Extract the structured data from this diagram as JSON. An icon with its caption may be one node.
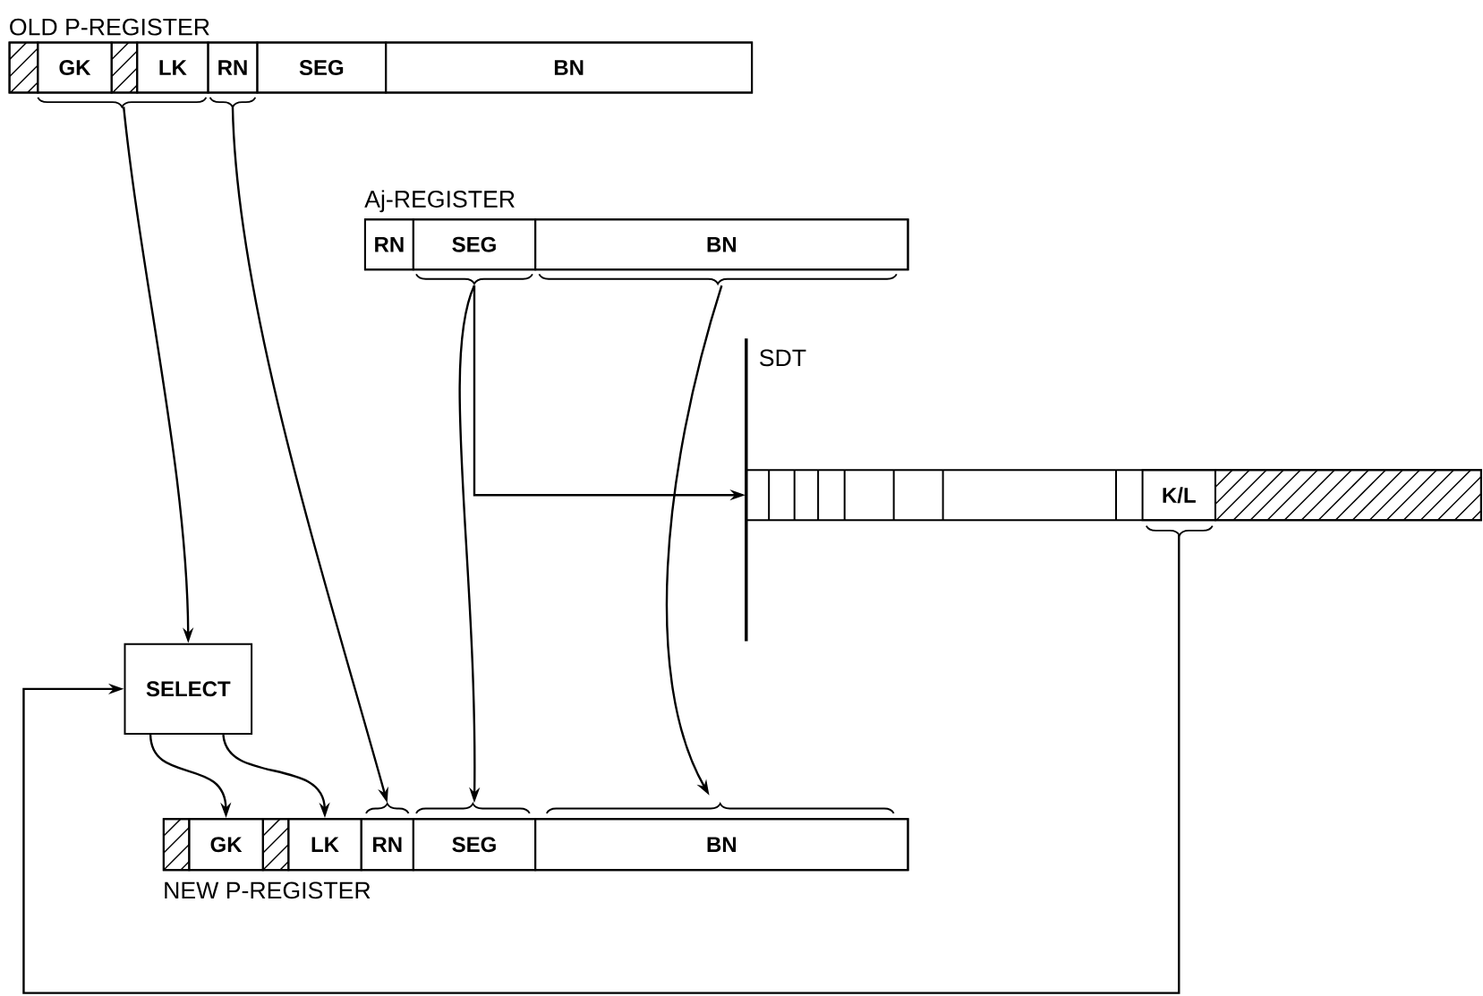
{
  "diagram": {
    "nodes": [
      {
        "text": [
          "OLD P-REGISTER"
        ]
      },
      {
        "text": [
          "GK"
        ],
        "in": 0
      },
      {
        "text": [
          "LK"
        ],
        "in": 0
      },
      {
        "text": [
          "RN"
        ],
        "in": 0
      },
      {
        "text": [
          "SEG"
        ],
        "in": 0
      },
      {
        "text": [
          "BN"
        ],
        "in": 0
      },
      {
        "text": [
          "Aj-REGISTER"
        ]
      },
      {
        "text": [
          "RN"
        ],
        "in": 6
      },
      {
        "text": [
          "SEG"
        ],
        "in": 6
      },
      {
        "text": [
          "BN"
        ],
        "in": 6
      },
      {
        "text": [
          "SDT"
        ]
      },
      {
        "text": [
          "K/L"
        ],
        "in": 10
      },
      {
        "text": [
          "SELECT"
        ]
      },
      {
        "text": [
          "NEW P-REGISTER"
        ]
      },
      {
        "text": [
          "GK"
        ],
        "in": 13
      },
      {
        "text": [
          "LK"
        ],
        "in": 13
      },
      {
        "text": [
          "RN"
        ],
        "in": 13
      },
      {
        "text": [
          "SEG"
        ],
        "in": 13
      },
      {
        "text": [
          "BN"
        ],
        "in": 13
      }
    ],
    "edges": [
      {
        "from": 1,
        "to": 12,
        "arrow": "to"
      },
      {
        "from": 2,
        "to": 12,
        "arrow": "to"
      },
      {
        "from": 3,
        "to": 16,
        "arrow": "to"
      },
      {
        "from": 8,
        "to": 10,
        "arrow": "to"
      },
      {
        "from": 8,
        "to": 17,
        "arrow": "to"
      },
      {
        "from": 9,
        "to": 18,
        "arrow": "to"
      },
      {
        "from": 11,
        "to": 12,
        "arrow": "to"
      },
      {
        "from": 12,
        "to": 14,
        "arrow": "to"
      },
      {
        "from": 12,
        "to": 15,
        "arrow": "to"
      }
    ]
  }
}
